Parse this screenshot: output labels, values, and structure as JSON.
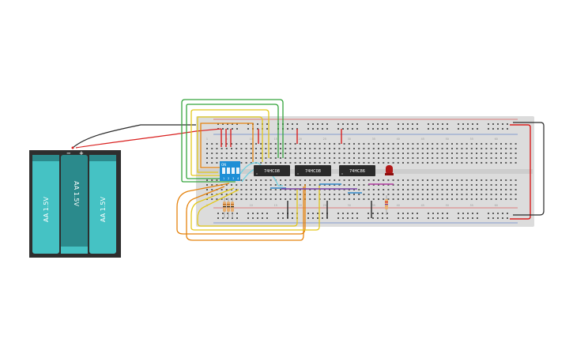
{
  "battery": {
    "cells": [
      "AA 1.5V",
      "AA 1.5V",
      "AA 1.5V"
    ],
    "minus": "−",
    "plus": "+"
  },
  "breadboard": {
    "column_numbers": [
      "1",
      "5",
      "10",
      "15",
      "20",
      "25",
      "30",
      "35",
      "40",
      "45",
      "50",
      "55",
      "60"
    ]
  },
  "chips": [
    {
      "label": "74HC08"
    },
    {
      "label": "74HC08"
    },
    {
      "label": "74HC86"
    }
  ],
  "dip_switch": {
    "on_label": "ON",
    "positions": [
      "1",
      "2",
      "3",
      "4"
    ]
  },
  "led": {
    "color": "#b01717"
  },
  "colors": {
    "wire_red": "#d9201f",
    "wire_black": "#2a2a2a",
    "wire_green": "#34a53c",
    "wire_yellow": "#e3c81c",
    "wire_orange": "#e5830e",
    "wire_blue": "#2f86c8",
    "wire_purple": "#7a3ea6",
    "wire_magenta": "#b23aa0",
    "wire_cyan": "#6fd0e0",
    "battery_teal": "#2b8a8c",
    "battery_cyan": "#45c2c4",
    "dip_blue": "#1e8fd6"
  }
}
